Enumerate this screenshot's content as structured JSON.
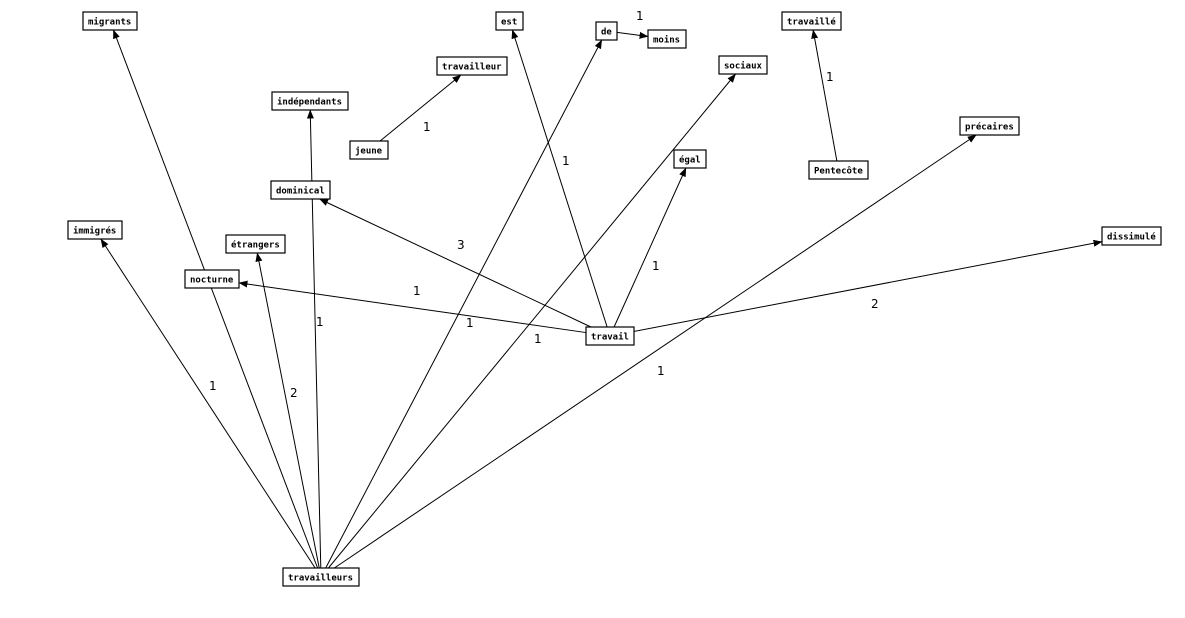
{
  "nodes": [
    {
      "id": "migrants",
      "label": "migrants"
    },
    {
      "id": "est",
      "label": "est"
    },
    {
      "id": "de",
      "label": "de"
    },
    {
      "id": "moins",
      "label": "moins"
    },
    {
      "id": "travaille",
      "label": "travaillé"
    },
    {
      "id": "travailleur",
      "label": "travailleur"
    },
    {
      "id": "sociaux",
      "label": "sociaux"
    },
    {
      "id": "independants",
      "label": "indépendants"
    },
    {
      "id": "jeune",
      "label": "jeune"
    },
    {
      "id": "precaires",
      "label": "précaires"
    },
    {
      "id": "egal",
      "label": "égal"
    },
    {
      "id": "pentecote",
      "label": "Pentecôte"
    },
    {
      "id": "dominical",
      "label": "dominical"
    },
    {
      "id": "immigres",
      "label": "immigrés"
    },
    {
      "id": "etrangers",
      "label": "étrangers"
    },
    {
      "id": "dissimule",
      "label": "dissimulé"
    },
    {
      "id": "nocturne",
      "label": "nocturne"
    },
    {
      "id": "travail",
      "label": "travail"
    },
    {
      "id": "travailleurs",
      "label": "travailleurs"
    }
  ],
  "edges": [
    {
      "from": "de",
      "to": "moins",
      "weight": "1"
    },
    {
      "from": "jeune",
      "to": "travailleur",
      "weight": "1"
    },
    {
      "from": "pentecote",
      "to": "travaille",
      "weight": "1"
    },
    {
      "from": "travail",
      "to": "est",
      "weight": "1"
    },
    {
      "from": "travail",
      "to": "egal",
      "weight": "1"
    },
    {
      "from": "travail",
      "to": "dominical",
      "weight": "3"
    },
    {
      "from": "travail",
      "to": "nocturne",
      "weight": "1"
    },
    {
      "from": "travail",
      "to": "dissimule",
      "weight": "2"
    },
    {
      "from": "travailleurs",
      "to": "migrants",
      "weight": ""
    },
    {
      "from": "travailleurs",
      "to": "immigres",
      "weight": "1"
    },
    {
      "from": "travailleurs",
      "to": "etrangers",
      "weight": "2"
    },
    {
      "from": "travailleurs",
      "to": "independants",
      "weight": "1"
    },
    {
      "from": "travailleurs",
      "to": "de",
      "weight": "1"
    },
    {
      "from": "travailleurs",
      "to": "sociaux",
      "weight": "1"
    },
    {
      "from": "travailleurs",
      "to": "precaires",
      "weight": "1"
    }
  ]
}
